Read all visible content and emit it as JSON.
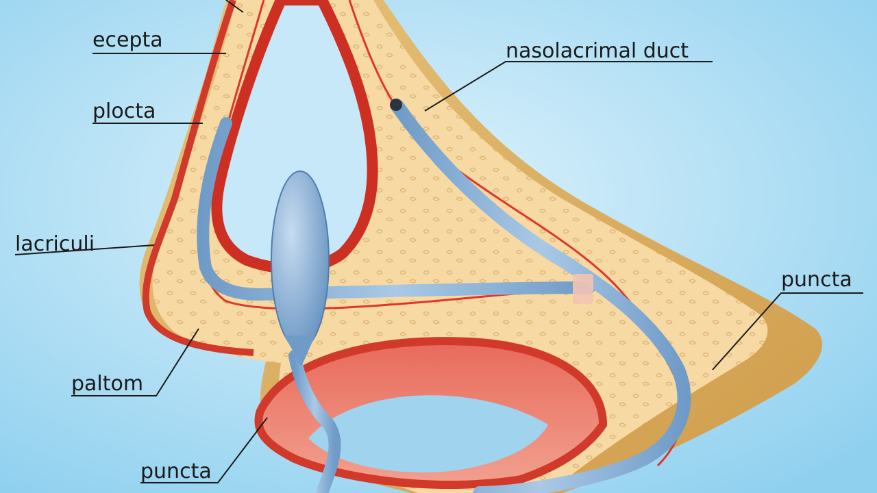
{
  "labels": {
    "ecepta": "ecepta",
    "placta": "plocta",
    "lacriculi": "lacriculi",
    "paltom": "paltom",
    "puncta_bottom": "puncta",
    "nasolacrimal_duct": "nasolacrimal duct",
    "puncta_right": "puncta"
  },
  "colors": {
    "background": "#a9dcf3",
    "tissue": "#f6d49a",
    "outer_skin": "#dcae5e",
    "mucosa": "#d73a2a",
    "duct": "#89b1d6",
    "leader_line": "#1a1a1a"
  }
}
